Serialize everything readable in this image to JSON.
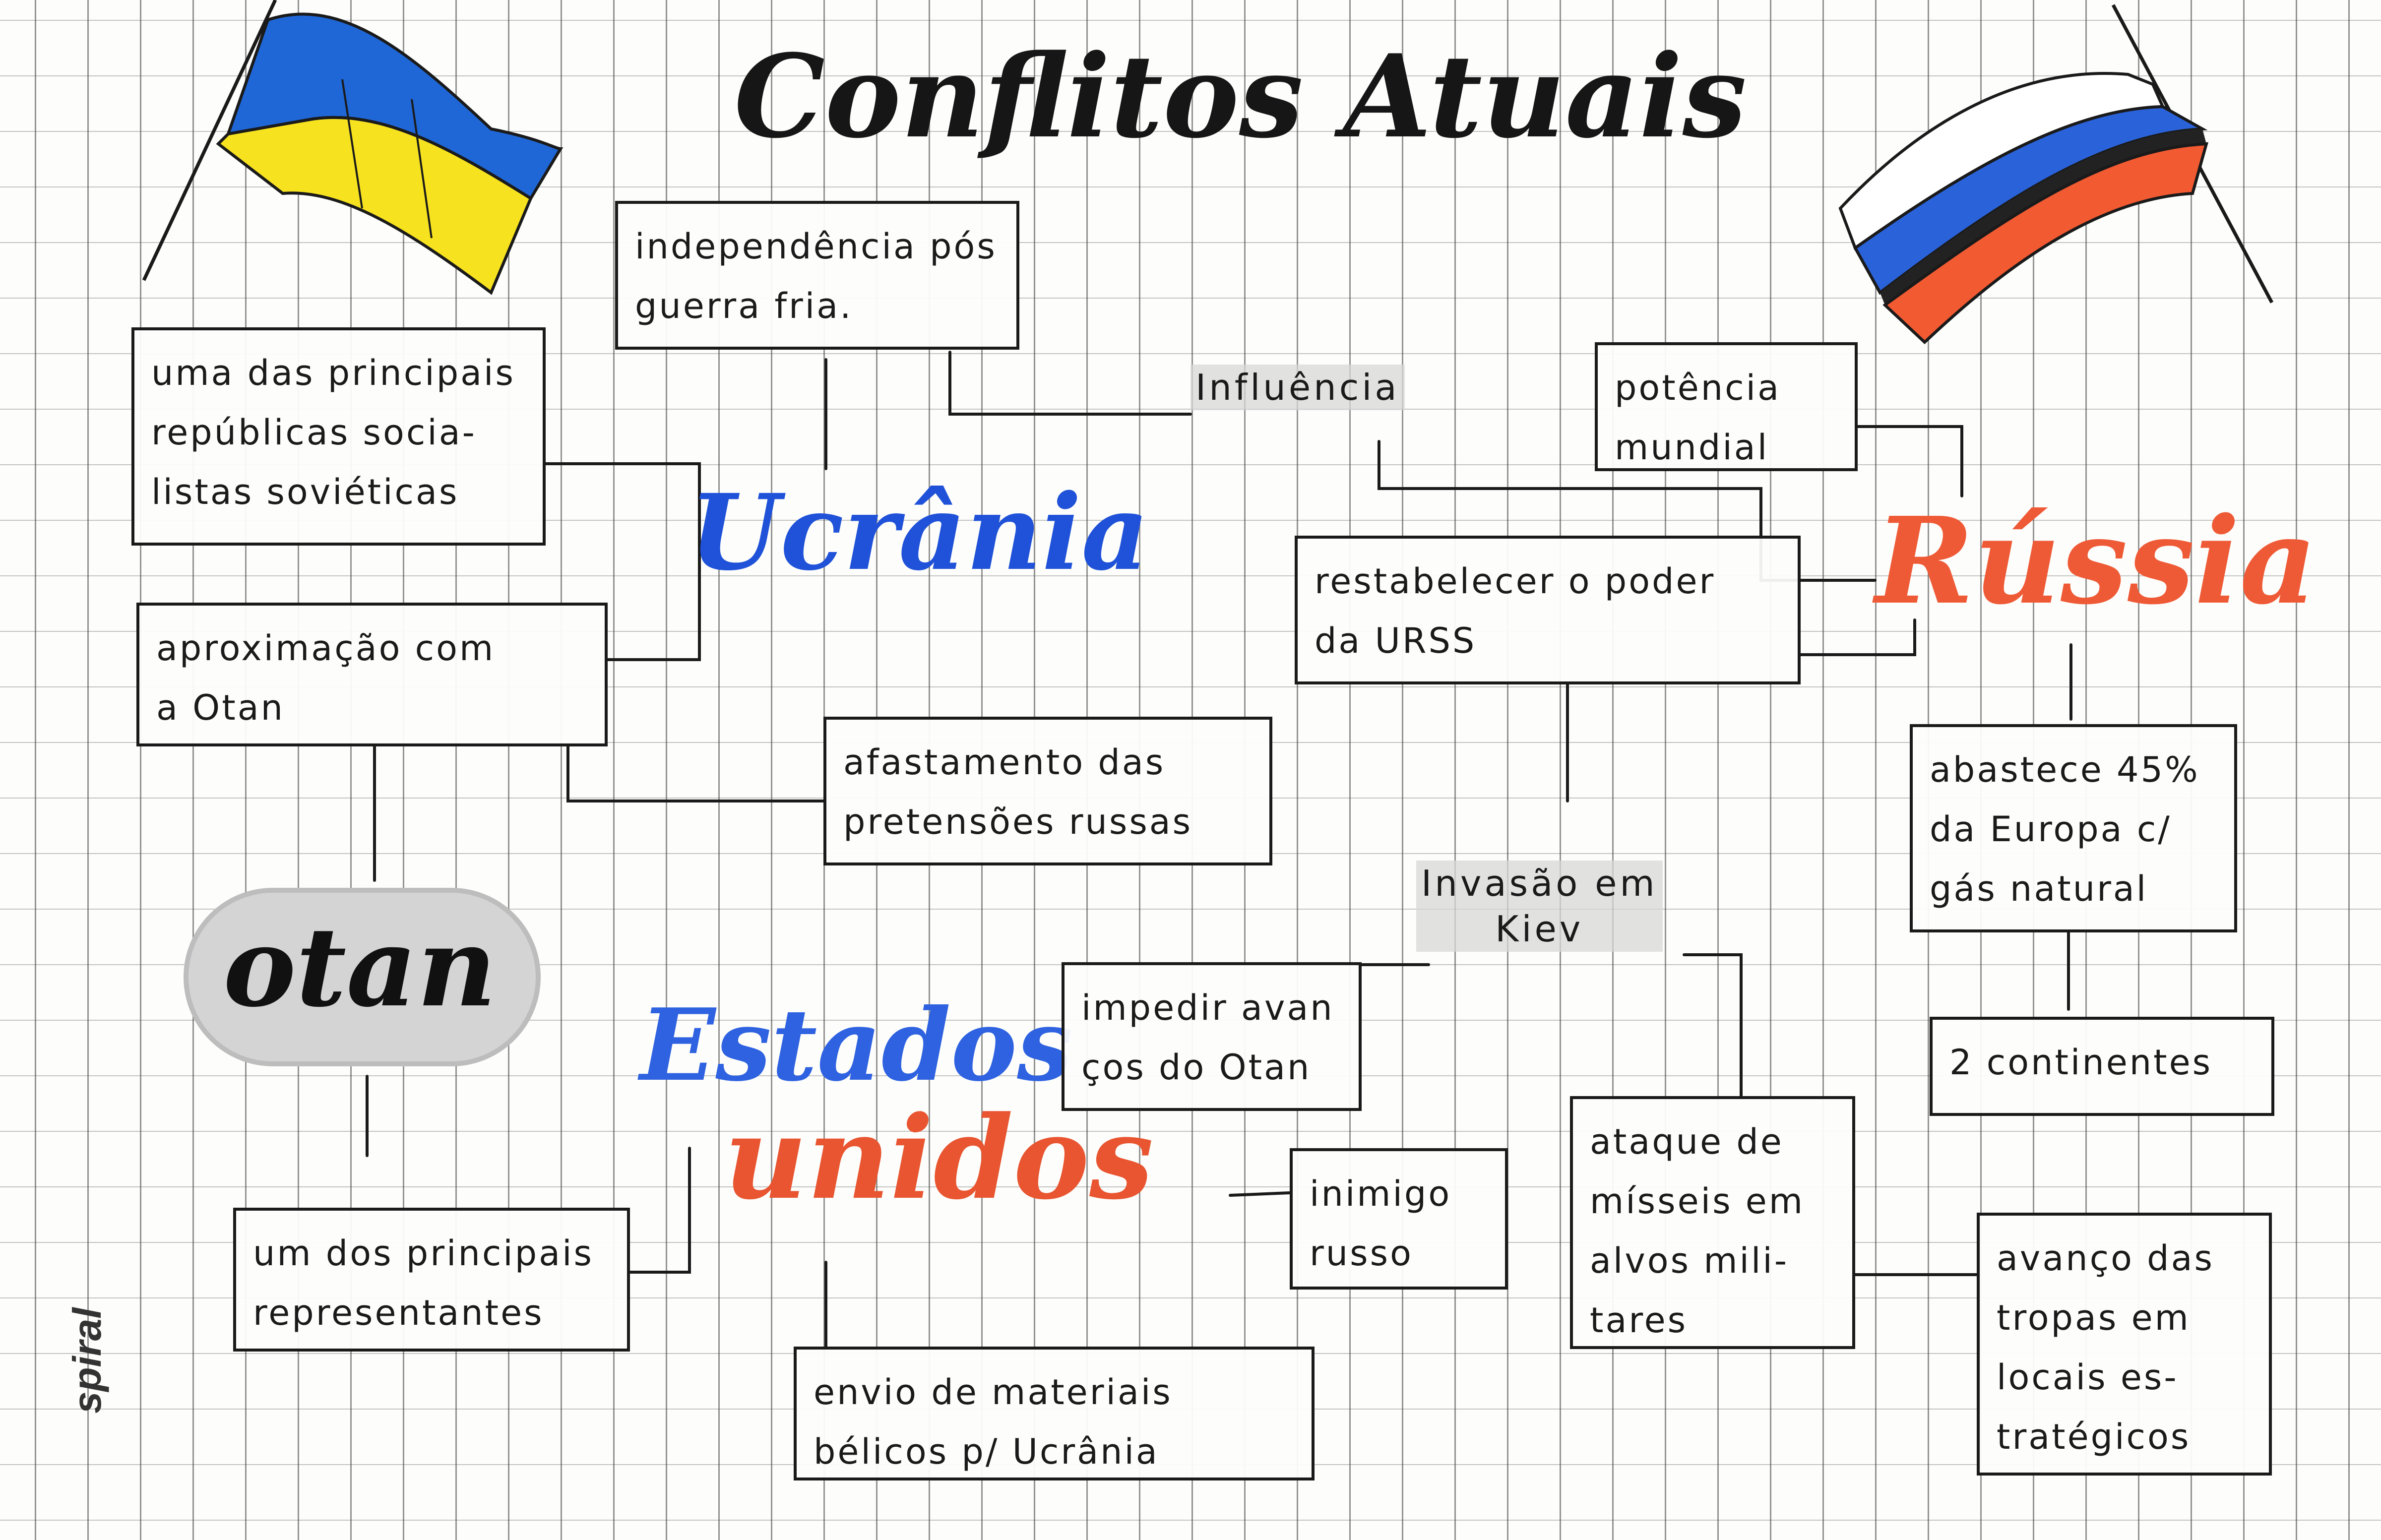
{
  "title": "Conflitos Atuais",
  "headings": {
    "ucrania": "Ucrânia",
    "russia": "Rússia",
    "otan": "otan",
    "estados": "Estados",
    "unidos": "unidos"
  },
  "boxes": {
    "independencia": "independência pós\nguerra fria.",
    "republicas": "uma das principais\nrepúblicas socia-\nlistas soviéticas",
    "aproximacao": "aproximação   com\na  Otan",
    "afastamento": "afastamento das\npretensões russas",
    "potencia": "potência\nmundial",
    "restabelecer": "restabelecer  o poder\nda URSS",
    "abastece": "abastece 45%\nda Europa c/\ngás natural",
    "continentes": "2 continentes",
    "impedir": "impedir avan\nços do Otan",
    "inimigo": "inimigo\nrusso",
    "ataque": "ataque de\nmísseis em\nalvos mili-\ntares",
    "avanco": "avanço das\ntropas em\nlocais es-\ntratégicos",
    "representantes": "um dos principais\nrepresentantes",
    "envio": "envio de materiais\nbélicos p/ Ucrânia"
  },
  "tags": {
    "influencia": "Influência",
    "invasao": "Invasão em\nKiev"
  },
  "brand": "spiral",
  "colors": {
    "ucrania_blue": "#1f52d8",
    "russia_red": "#ef5a36",
    "estados_blue": "#2e62e0",
    "unidos_red": "#e85530",
    "flag_ukraine_top": "#1f67d6",
    "flag_ukraine_bottom": "#f7e21f",
    "flag_russia_white": "#ffffff",
    "flag_russia_blue": "#2a62d9",
    "flag_russia_red": "#f25a32"
  }
}
